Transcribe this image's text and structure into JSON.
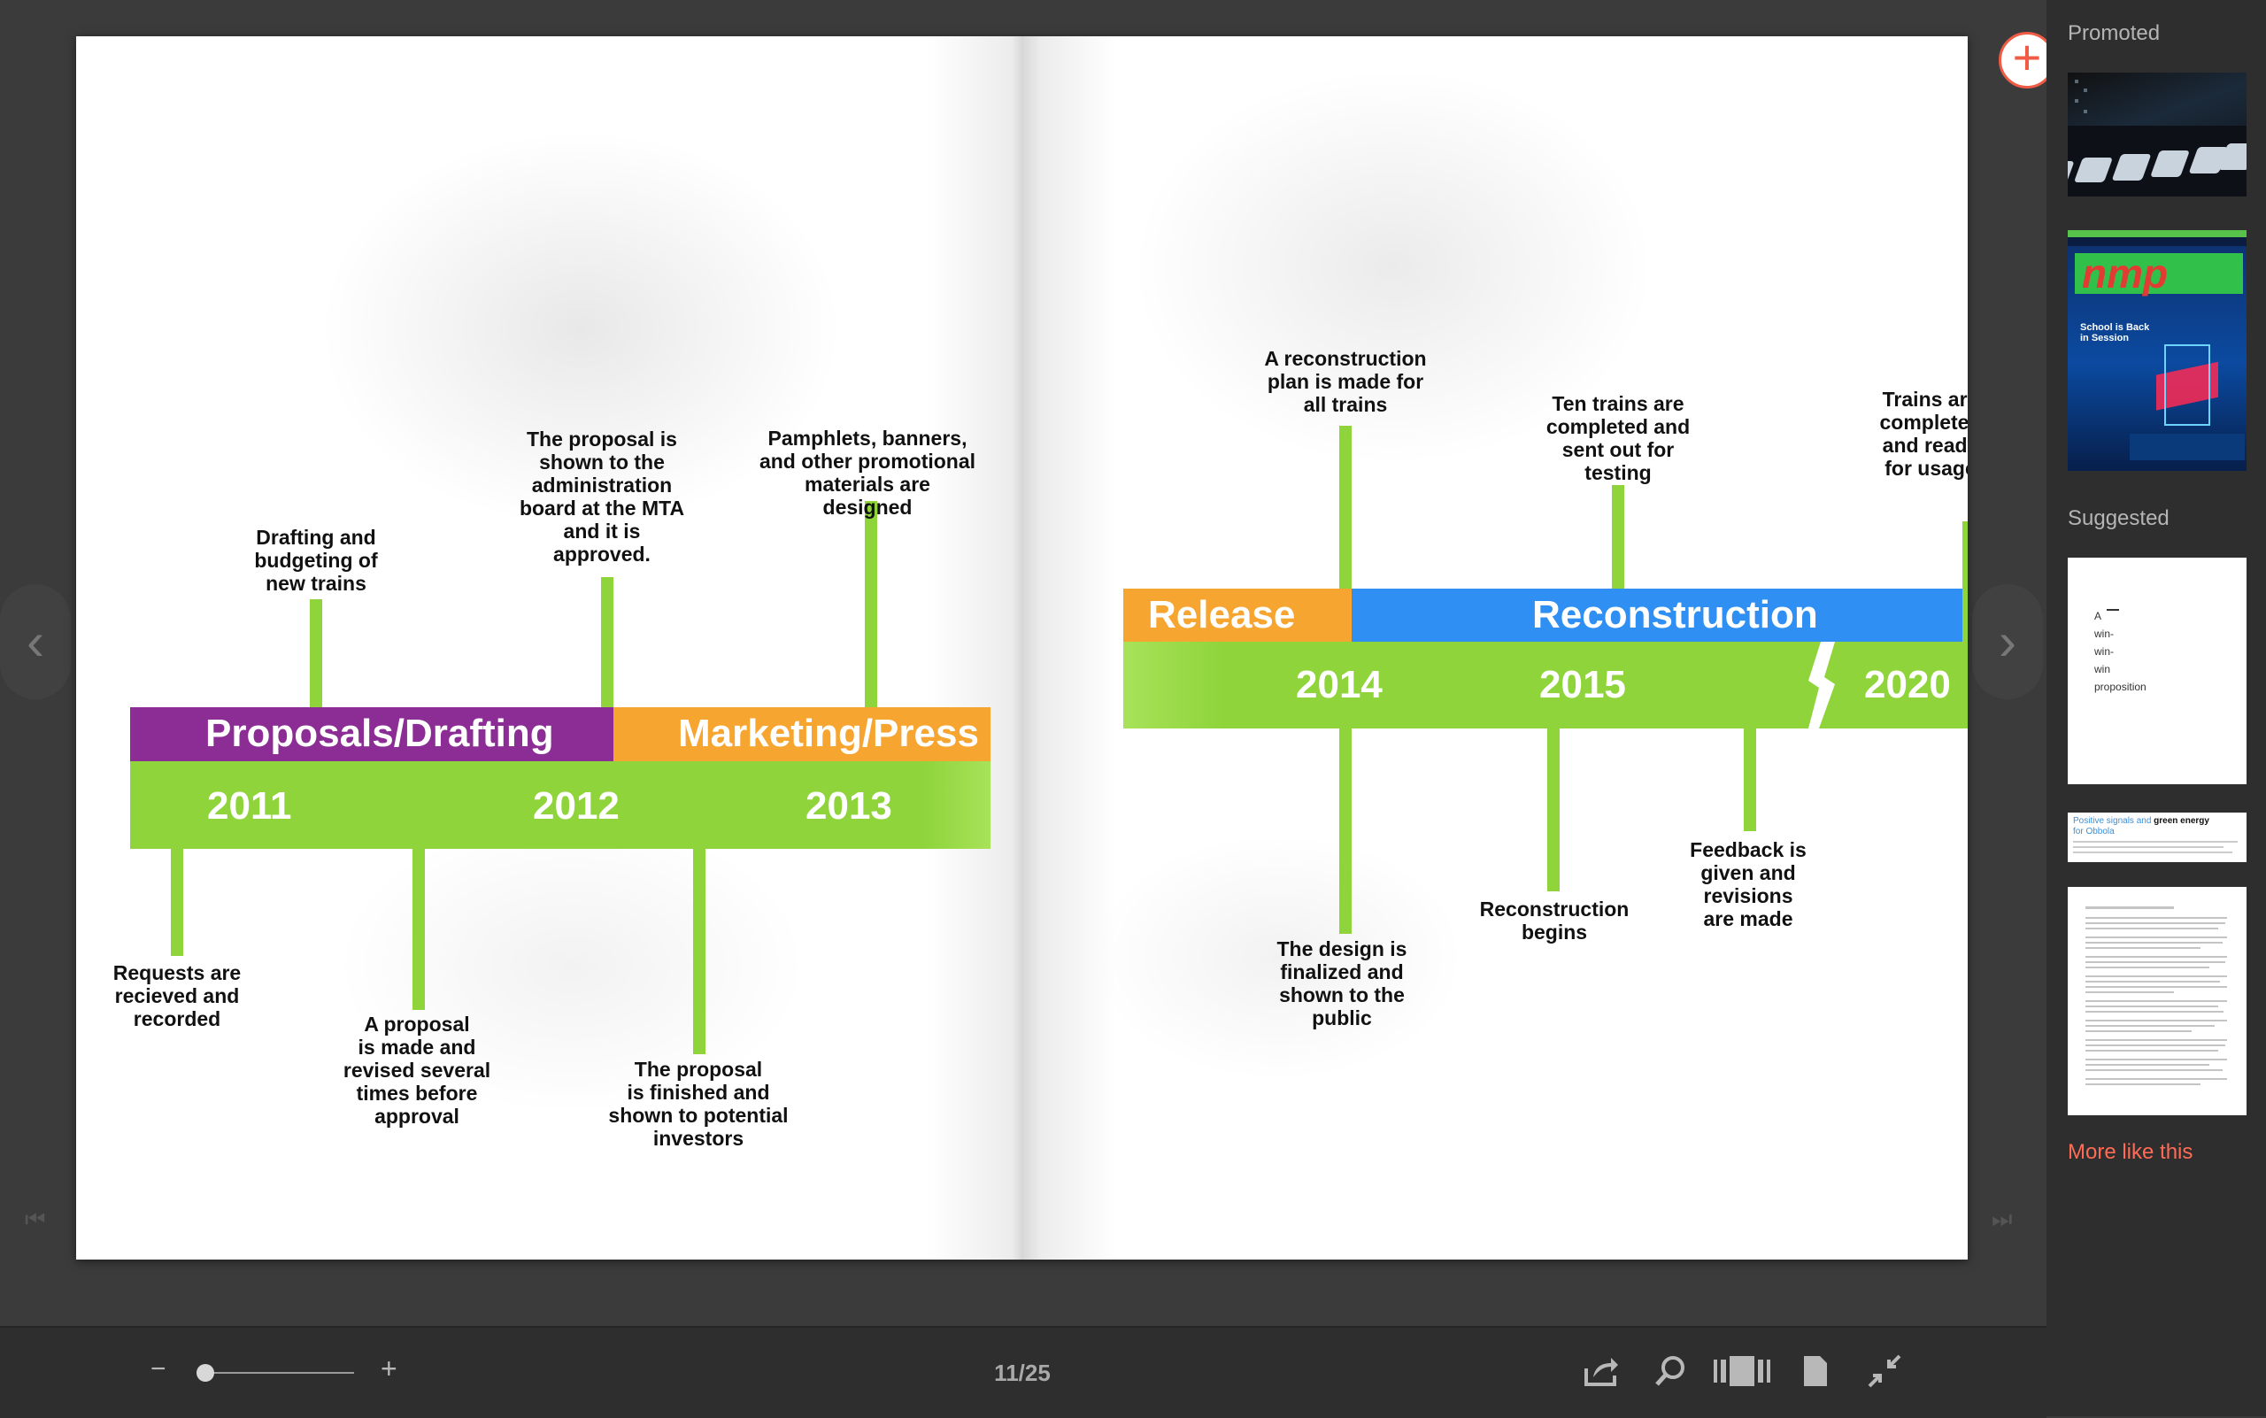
{
  "colors": {
    "green": "#8ed43a",
    "purple": "#8b2d94",
    "orange": "#f7a531",
    "blue": "#2f8ff2",
    "accent": "#ff6b55"
  },
  "left_page": {
    "bands": [
      "Proposals/Drafting",
      "Marketing/Press"
    ],
    "years": [
      "2011",
      "2012",
      "2013"
    ],
    "labels_above": [
      "Drafting and\nbudgeting of\nnew trains",
      "The proposal is\nshown to the\nadministration\nboard at the MTA\nand it is\napproved.",
      "Pamphlets, banners,\nand other promotional\nmaterials are\ndesigned"
    ],
    "labels_below": [
      "Requests are\nrecieved and\nrecorded",
      "A proposal\nis made and\nrevised several\ntimes before\napproval",
      "The proposal\nis finished and\nshown to potential\ninvestors"
    ]
  },
  "right_page": {
    "bands": [
      "Release",
      "Reconstruction"
    ],
    "years": [
      "2014",
      "2015",
      "2020"
    ],
    "labels_above": [
      "A reconstruction\nplan is made for\nall trains",
      "Ten trains are\ncompleted and\nsent out for\ntesting",
      "Trains are\ncompleted\nand ready\nfor usage"
    ],
    "labels_below": [
      "The design is\nfinalized and\nshown to the\npublic",
      "Reconstruction\nbegins",
      "Feedback is\ngiven and\nrevisions\nare made"
    ]
  },
  "sidebar": {
    "promoted_heading": "Promoted",
    "suggested_heading": "Suggested",
    "more_link": "More like this",
    "promoted_items": [
      {
        "icon": "keyboard-thumbnail"
      },
      {
        "icon": "magazine-cover-thumbnail",
        "title": "nmp",
        "headline": "School is Back in Session"
      }
    ],
    "suggested_items": [
      {
        "icon": "document-thumbnail",
        "lines": [
          "A",
          "win-",
          "win-",
          "win",
          "proposition"
        ]
      },
      {
        "icon": "article-banner-thumbnail",
        "text_a": "Positive signals and",
        "text_b": "green energy",
        "text_c": "for Obbola"
      },
      {
        "icon": "text-document-thumbnail"
      }
    ]
  },
  "toolbar": {
    "zoom_out": "−",
    "zoom_in": "+",
    "zoom_level": 0,
    "page_indicator": "11/25",
    "icons": [
      "share-icon",
      "search-icon",
      "thumbnails-icon",
      "single-page-icon",
      "exit-fullscreen-icon"
    ]
  },
  "nav": {
    "prev": "‹",
    "next": "›"
  }
}
